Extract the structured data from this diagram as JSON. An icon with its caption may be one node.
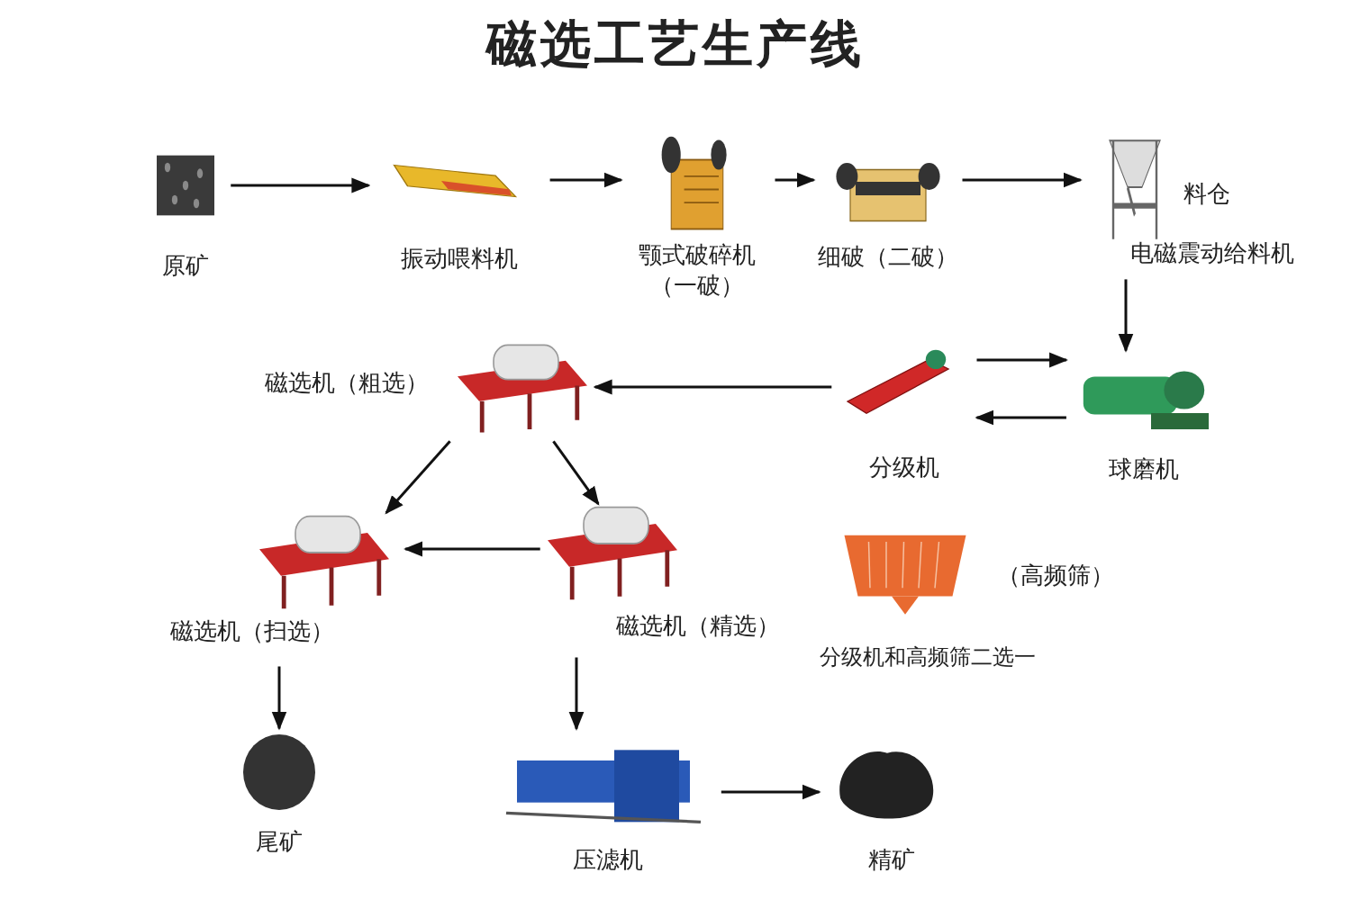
{
  "diagram": {
    "title": "磁选工艺生产线",
    "nodes": [
      {
        "text": [
          "原矿"
        ]
      },
      {
        "text": [
          "振动喂料机"
        ]
      },
      {
        "text": [
          "颚式破碎机（一破）"
        ]
      },
      {
        "text": [
          "细破（二破）"
        ]
      },
      {
        "text": [
          "料仓",
          "电磁震动给料机"
        ]
      },
      {
        "text": [
          "球磨机"
        ]
      },
      {
        "text": [
          "分级机"
        ]
      },
      {
        "text": [
          "磁选机（粗选）"
        ]
      },
      {
        "text": [
          "磁选机（扫选）"
        ]
      },
      {
        "text": [
          "磁选机（精选）"
        ]
      },
      {
        "text": [
          "（高频筛）"
        ]
      },
      {
        "text": [
          "尾矿"
        ]
      },
      {
        "text": [
          "压滤机"
        ]
      },
      {
        "text": [
          "精矿"
        ]
      }
    ],
    "edges": [
      {
        "from": 0,
        "to": 1,
        "arrow": "to"
      },
      {
        "from": 1,
        "to": 2,
        "arrow": "to"
      },
      {
        "from": 2,
        "to": 3,
        "arrow": "to"
      },
      {
        "from": 3,
        "to": 4,
        "arrow": "to"
      },
      {
        "from": 4,
        "to": 5,
        "arrow": "to"
      },
      {
        "from": 6,
        "to": 5,
        "arrow": "to"
      },
      {
        "from": 5,
        "to": 6,
        "arrow": "to"
      },
      {
        "from": 6,
        "to": 7,
        "arrow": "to"
      },
      {
        "from": 7,
        "to": 8,
        "arrow": "to"
      },
      {
        "from": 7,
        "to": 9,
        "arrow": "to"
      },
      {
        "from": 9,
        "to": 8,
        "arrow": "to"
      },
      {
        "from": 8,
        "to": 11,
        "arrow": "to"
      },
      {
        "from": 9,
        "to": 12,
        "arrow": "to"
      },
      {
        "from": 12,
        "to": 13,
        "arrow": "to"
      }
    ],
    "labels": [
      "分级机和高频筛二选一"
    ]
  }
}
